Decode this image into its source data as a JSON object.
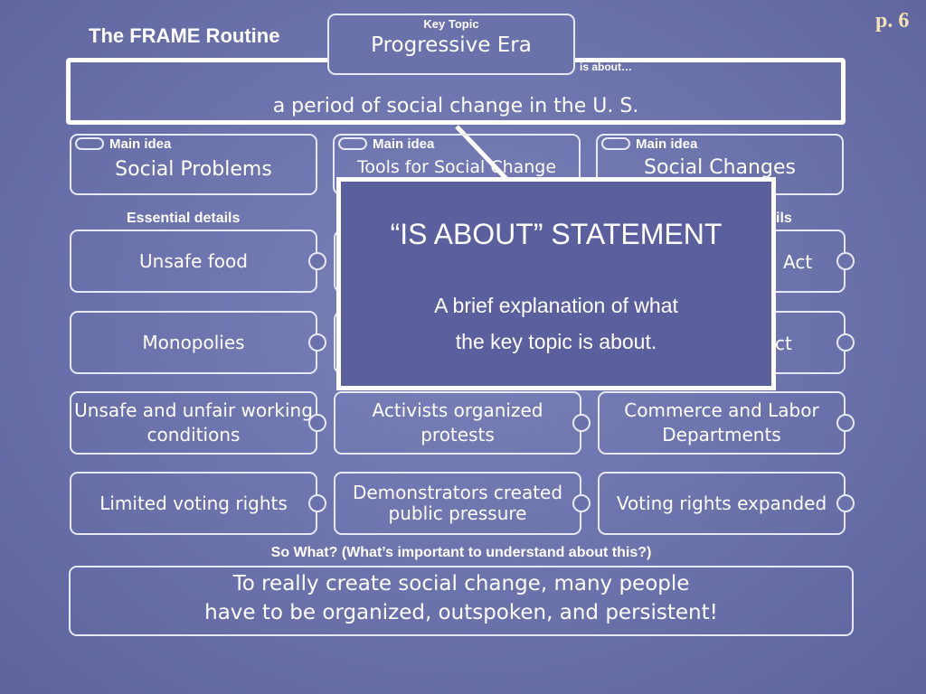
{
  "page_number": "p. 6",
  "title": "The FRAME Routine",
  "key_topic": {
    "label": "Key Topic",
    "value": "Progressive Era"
  },
  "is_about": {
    "label": "is about…",
    "value": "a period of social change in the U. S."
  },
  "main_idea_label": "Main idea",
  "main_ideas": [
    "Social Problems",
    "Tools for Social Change",
    "Social Changes"
  ],
  "essential_details_label": "Essential details",
  "essential_details_label_right_fragment": "ils",
  "details": {
    "col1": [
      "Unsafe food",
      "Monopolies",
      "Unsafe and unfair working conditions",
      "Limited voting rights"
    ],
    "col2": [
      "Activists organized protests",
      "Demonstrators created public pressure"
    ],
    "col3_fragments": [
      "n Act",
      "ct"
    ],
    "col3": [
      "Commerce and Labor Departments",
      "Voting rights expanded"
    ]
  },
  "popup": {
    "heading": "“IS ABOUT” STATEMENT",
    "line1": "A brief explanation of what",
    "line2": "the key topic is about."
  },
  "so_what": {
    "label": "So What? (What’s important to understand about this?)",
    "line1": "To really create social change, many people",
    "line2": "have to be organized, outspoken, and persistent!"
  },
  "colors": {
    "background": "#6b71aa",
    "popup": "#5b5f9e",
    "border": "#e6e8f4"
  }
}
